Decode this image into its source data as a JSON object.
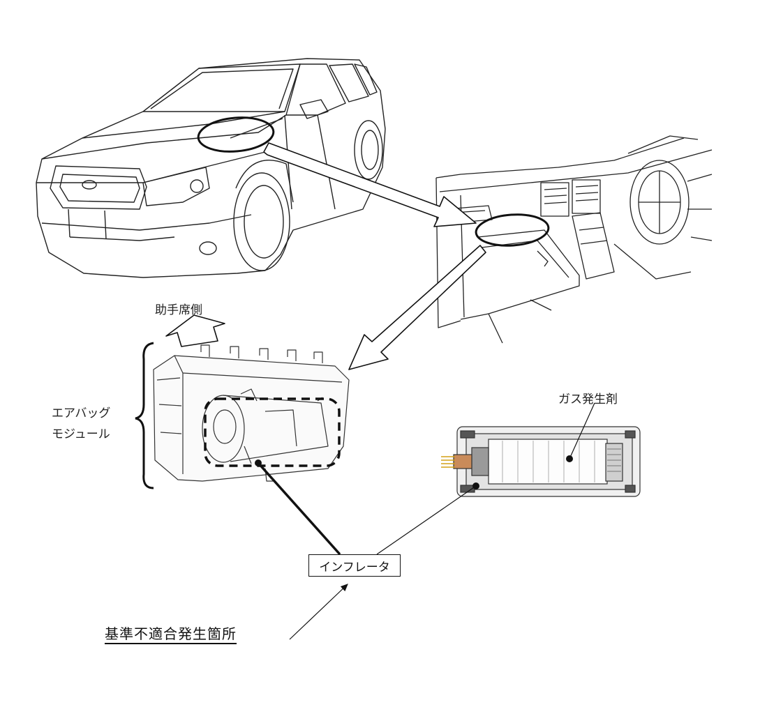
{
  "labels": {
    "passenger_side": "助手席側",
    "airbag_module_line1": "エアバッグ",
    "airbag_module_line2": "モジュール",
    "gas_generant": "ガス発生剤",
    "inflator": "インフレータ",
    "nonconformity_location": "基準不適合発生箇所"
  }
}
